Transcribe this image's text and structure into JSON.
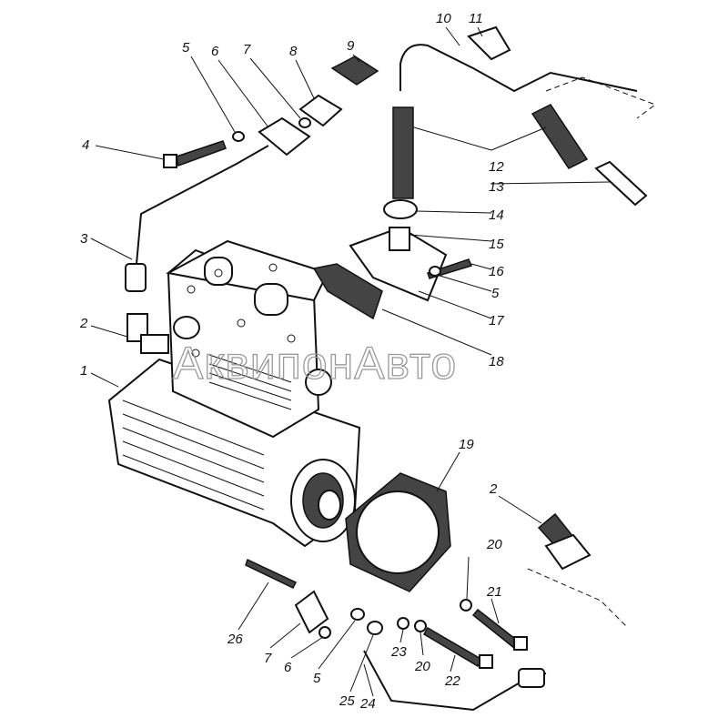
{
  "watermark": "АквипонАвто",
  "callouts": [
    "1",
    "2",
    "3",
    "4",
    "5",
    "6",
    "7",
    "8",
    "9",
    "10",
    "11",
    "12",
    "13",
    "14",
    "15",
    "16",
    "5",
    "17",
    "18",
    "19",
    "2",
    "20",
    "21",
    "22",
    "20",
    "23",
    "24",
    "25",
    "5",
    "6",
    "7",
    "26"
  ]
}
